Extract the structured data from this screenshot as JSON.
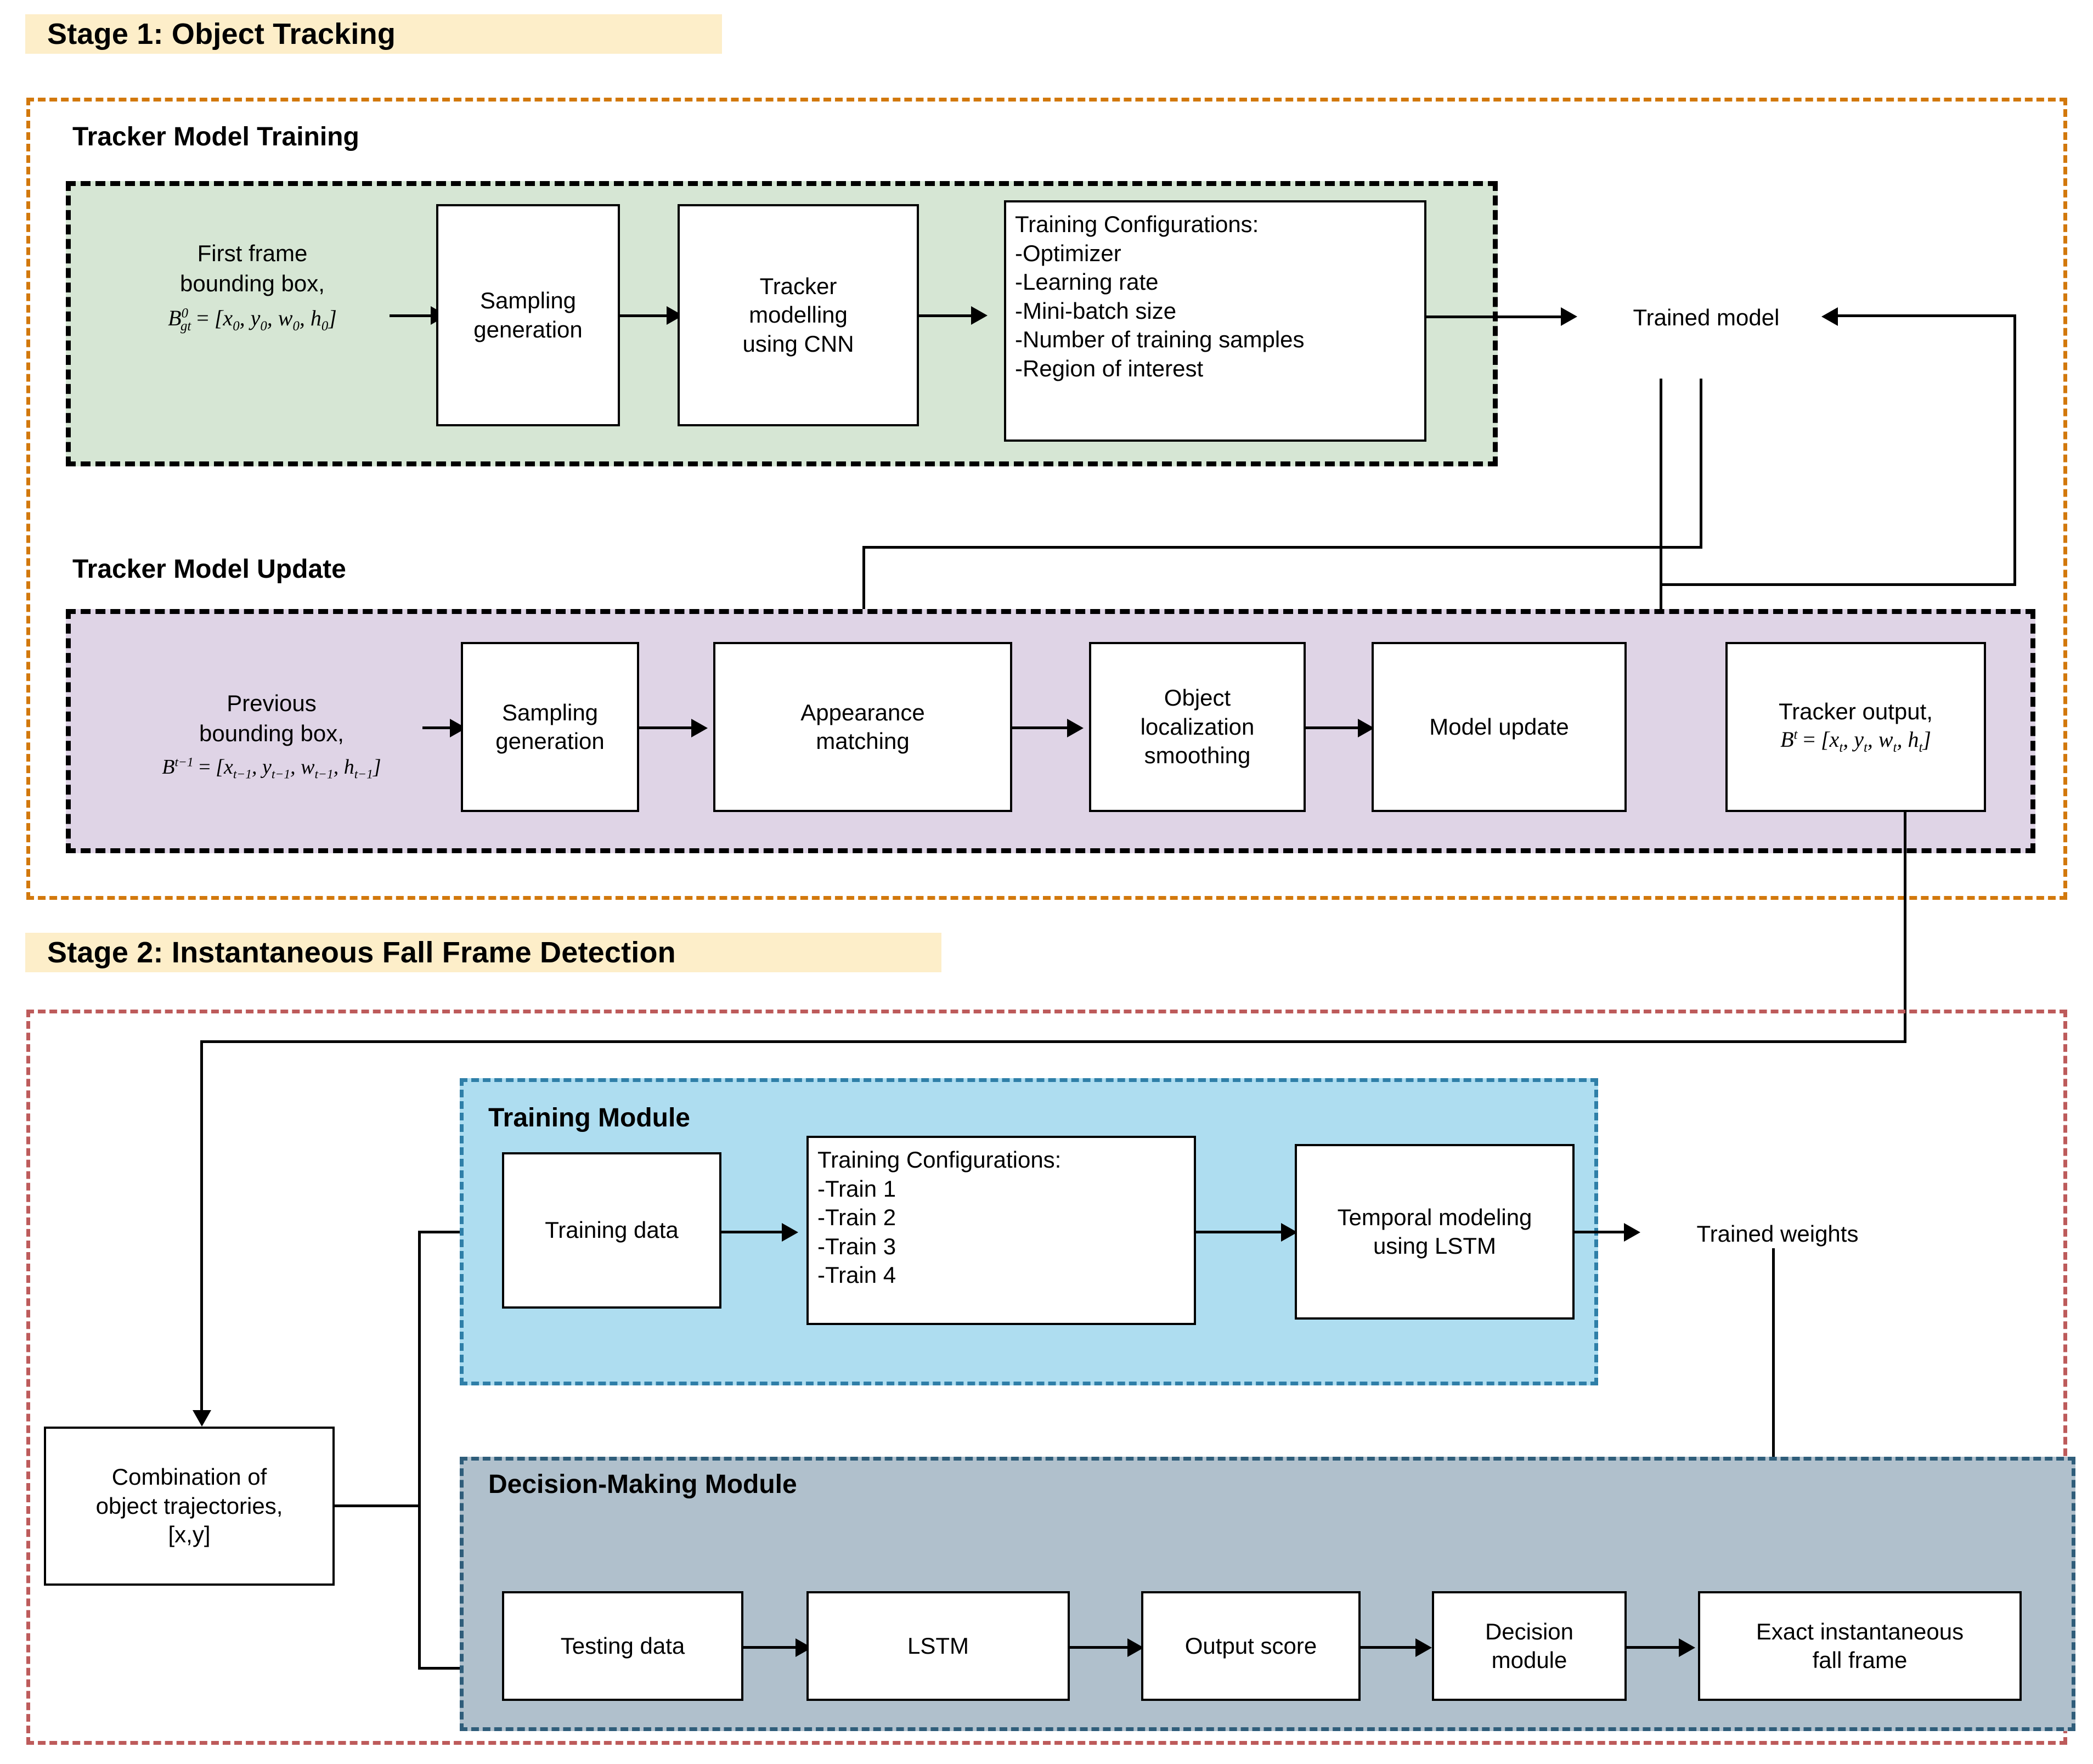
{
  "stage1": {
    "banner": "Stage 1:  Object Tracking",
    "training_section": {
      "title": "Tracker Model Training",
      "input_label_line1": "First frame",
      "input_label_line2": "bounding box,",
      "input_formula": "B⁰gt = [x₀, y₀, w₀, h₀]",
      "boxes": [
        {
          "label": "Sampling\ngeneration"
        },
        {
          "label": "Tracker\nmodelling\nusing CNN"
        }
      ],
      "config_box": {
        "title": "Training Configurations:",
        "items": [
          "-Optimizer",
          "-Learning rate",
          "-Mini-batch size",
          "-Number of training samples",
          "-Region of interest"
        ]
      },
      "output_label": "Trained model"
    },
    "update_section": {
      "title": "Tracker Model Update",
      "input_label_line1": "Previous",
      "input_label_line2": "bounding box,",
      "input_formula": "Bᵗ⁻¹ = [xₜ₋₁, yₜ₋₁, wₜ₋₁, hₜ₋₁]",
      "boxes": [
        {
          "label": "Sampling\ngeneration"
        },
        {
          "label": "Appearance\nmatching"
        },
        {
          "label": "Object\nlocalization\nsmoothing"
        },
        {
          "label": "Model update"
        }
      ],
      "output_box": {
        "label": "Tracker output,",
        "formula": "Bᵗ = [xₜ, yₜ, wₜ, hₜ]"
      }
    }
  },
  "stage2": {
    "banner": "Stage 2: Instantaneous Fall Frame Detection",
    "trajectory_box": {
      "line1": "Combination of",
      "line2": "object trajectories,",
      "line3": "[x,y]"
    },
    "training_module": {
      "title": "Training Module",
      "data_box": "Training data",
      "config_box": {
        "title": "Training Configurations:",
        "items": [
          "-Train 1",
          "-Train 2",
          "-Train 3",
          "-Train 4"
        ]
      },
      "model_box": "Temporal modeling\nusing LSTM",
      "output_label": "Trained weights"
    },
    "decision_module": {
      "title": "Decision-Making Module",
      "boxes": [
        {
          "label": "Testing data"
        },
        {
          "label": "LSTM"
        },
        {
          "label": "Output score"
        },
        {
          "label": "Decision\nmodule"
        },
        {
          "label": "Exact instantaneous\nfall frame"
        }
      ]
    }
  },
  "colors": {
    "banner_bg": "#fdeec9",
    "stage1_border": "#d2780c",
    "stage2_border": "#bd5b5b",
    "training_panel": "#d6e6d4",
    "update_panel": "#dfd4e6",
    "training_module": "#aeddf0",
    "decision_module": "#b0c0cc"
  }
}
